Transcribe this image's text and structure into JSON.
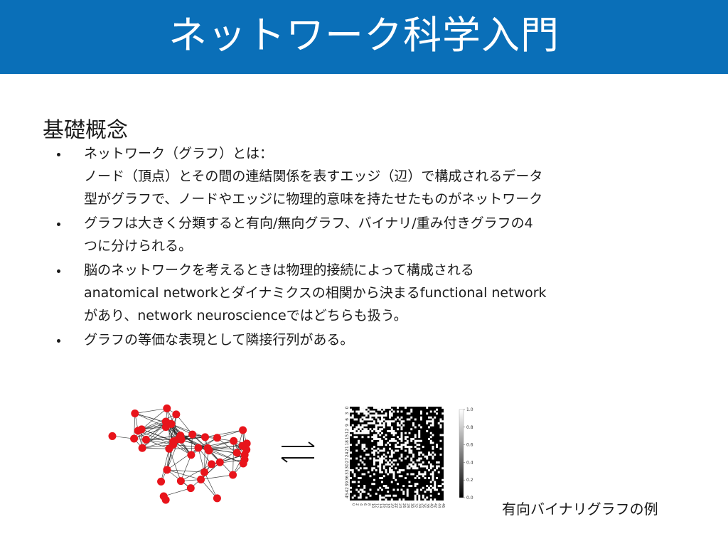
{
  "slide": {
    "title": "ネットワーク科学入門",
    "heading": "基礎概念",
    "bullets": [
      {
        "lines": [
          "ネットワーク（グラフ）とは：",
          "ノード（頂点）とその間の連結関係を表すエッジ（辺）で構成されるデータ",
          "型がグラフで、ノードやエッジに物理的意味を持たせたものがネットワーク"
        ]
      },
      {
        "lines": [
          "グラフは大きく分類すると有向/無向グラフ、バイナリ/重み付きグラフの4",
          "つに分けられる。"
        ]
      },
      {
        "lines": [
          "脳のネットワークを考えるときは物理的接続によって構成される",
          "anatomical networkとダイナミクスの相関から決まるfunctional network",
          "があり、network neuroscienceではどちらも扱う。"
        ]
      },
      {
        "lines": [
          "グラフの等価な表現として隣接行列がある。"
        ]
      }
    ],
    "caption": "有向バイナリグラフの例"
  },
  "colors": {
    "title_bar": "#0a6fb8",
    "node": "#e8141b",
    "edge": "#222222"
  },
  "figure": {
    "icons": [
      "network-graph",
      "double-arrow-icon",
      "adjacency-matrix-heatmap"
    ],
    "matrix_size": 48,
    "row_tick_labels": [
      "0",
      "3",
      "6",
      "9",
      "12",
      "15",
      "18",
      "21",
      "24",
      "27",
      "30",
      "33",
      "36",
      "39",
      "42",
      "45"
    ],
    "col_tick_labels": [
      "0",
      "2",
      "4",
      "6",
      "8",
      "10",
      "12",
      "14",
      "16",
      "18",
      "20",
      "22",
      "24",
      "26",
      "28",
      "30",
      "32",
      "34",
      "36",
      "38",
      "40",
      "42",
      "44",
      "46"
    ],
    "colorbar_ticks": [
      "1.0",
      "0.8",
      "0.6",
      "0.4",
      "0.2",
      "0.0"
    ]
  }
}
